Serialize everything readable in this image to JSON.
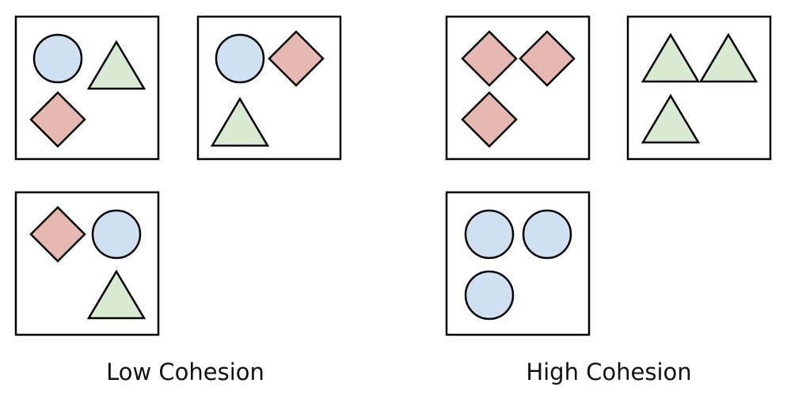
{
  "colors": {
    "background": "#ffffff",
    "stroke": "#000000",
    "circle_fill": "#cfe0f3",
    "triangle_fill": "#d8ead2",
    "diamond_fill": "#e7b8b1"
  },
  "shape_types": [
    "circle",
    "triangle",
    "diamond"
  ],
  "groups": [
    {
      "label": "Low Cohesion",
      "boxes": [
        {
          "shapes": [
            "circle",
            "triangle",
            "diamond"
          ]
        },
        {
          "shapes": [
            "circle",
            "diamond",
            "triangle"
          ]
        },
        {
          "shapes": [
            "diamond",
            "circle",
            "triangle"
          ]
        }
      ]
    },
    {
      "label": "High Cohesion",
      "boxes": [
        {
          "shapes": [
            "diamond",
            "diamond",
            "diamond"
          ]
        },
        {
          "shapes": [
            "triangle",
            "triangle",
            "triangle"
          ]
        },
        {
          "shapes": [
            "circle",
            "circle",
            "circle"
          ]
        }
      ]
    }
  ]
}
